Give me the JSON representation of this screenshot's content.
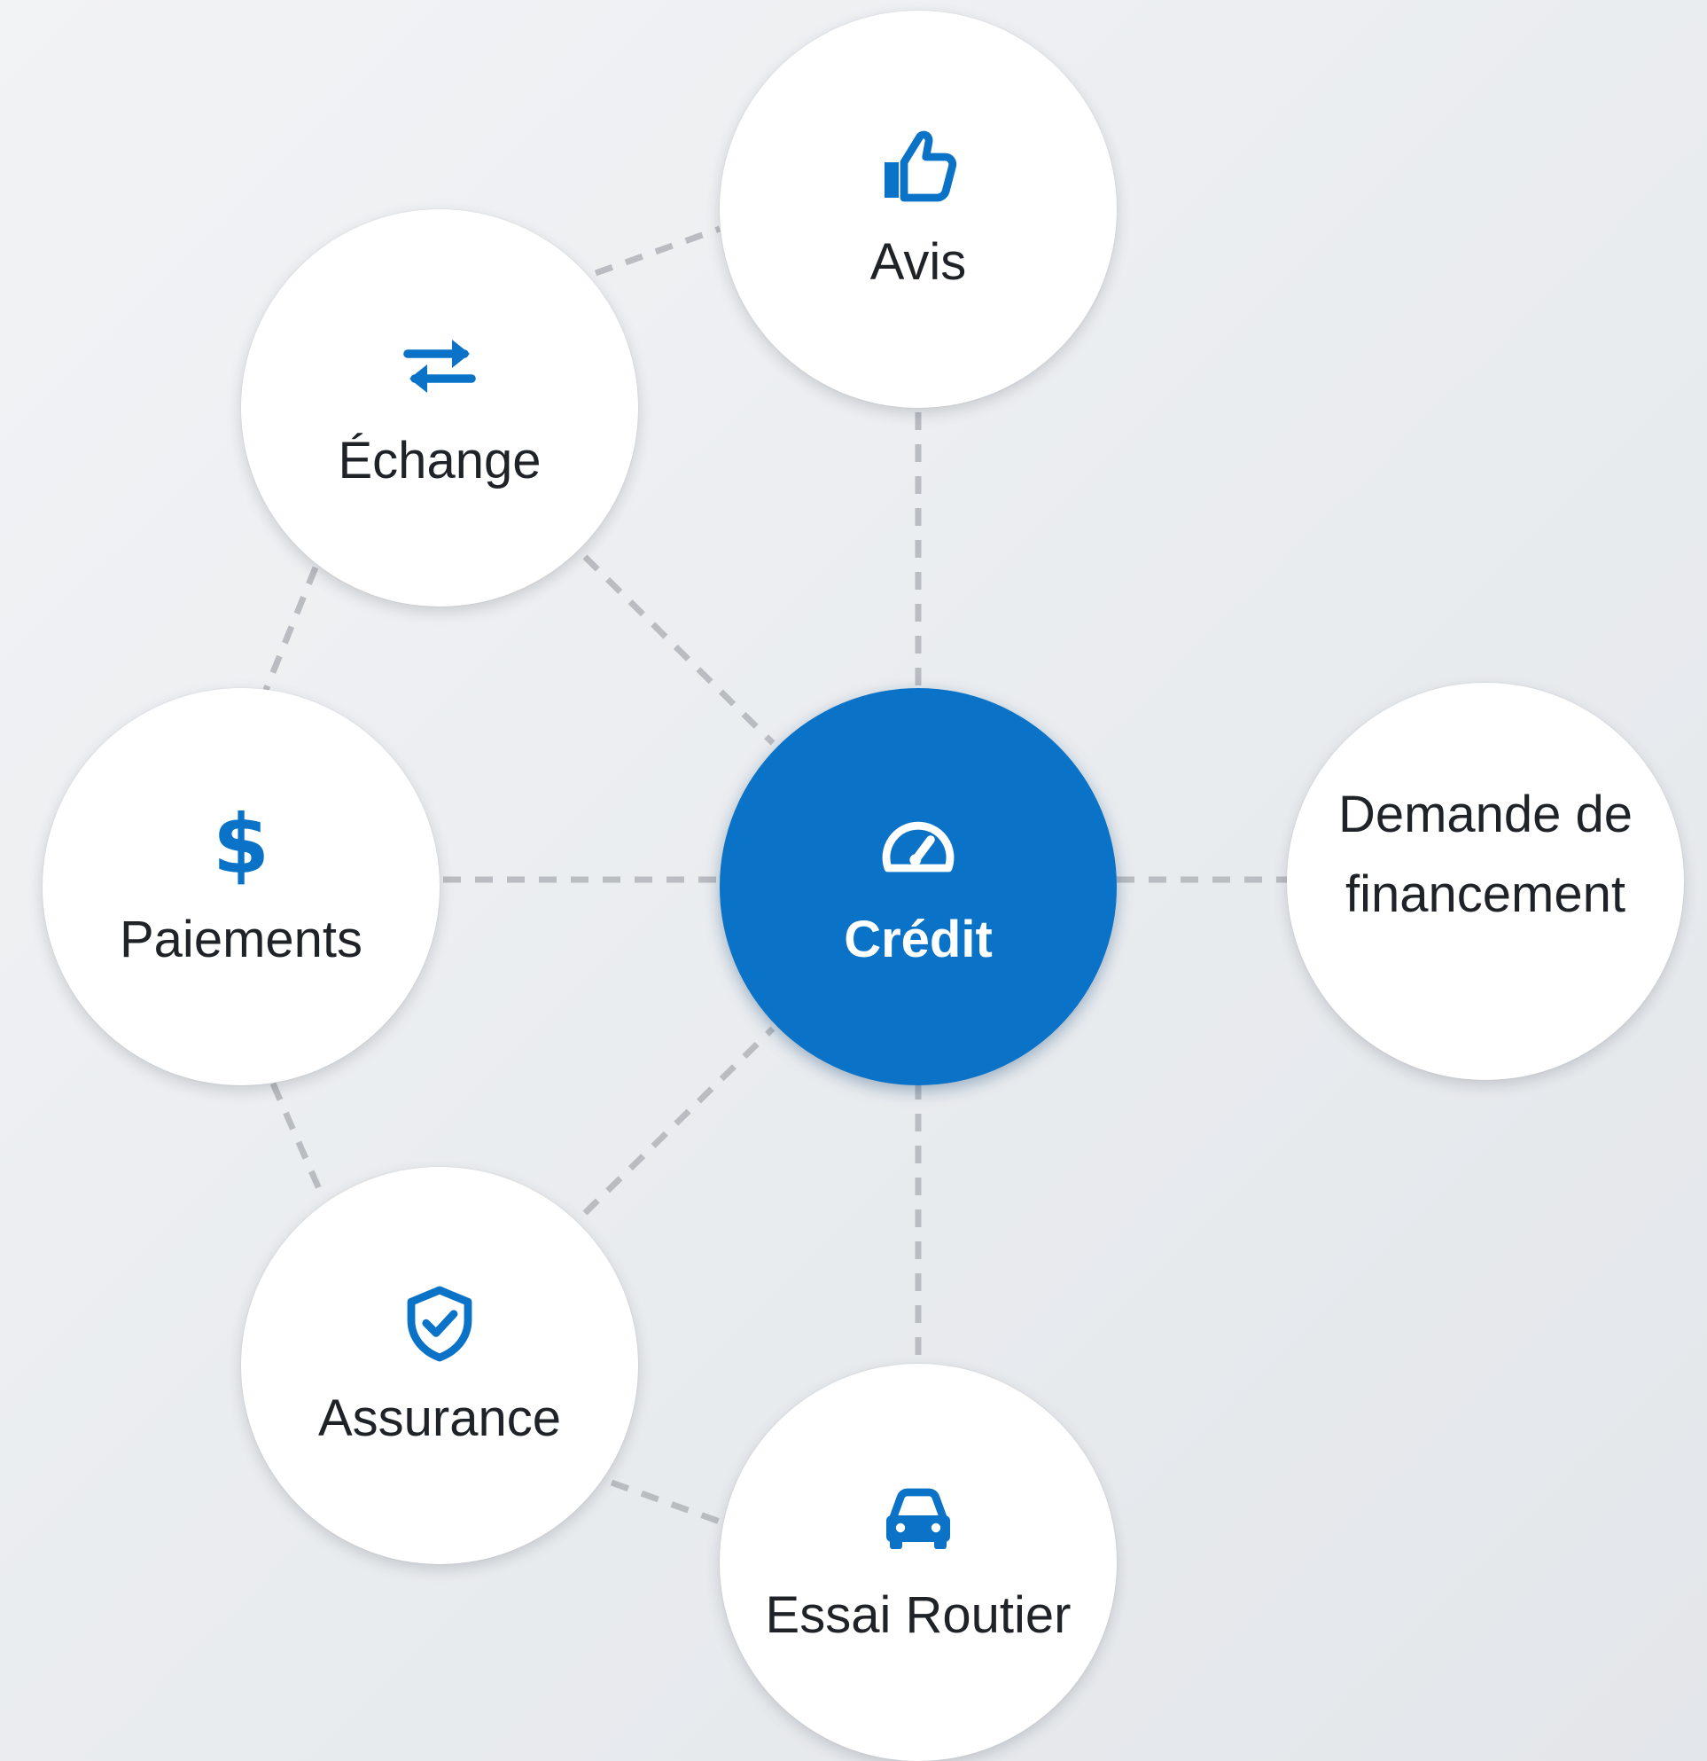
{
  "diagram": {
    "colors": {
      "accent": "#0a73c8",
      "node_background": "#ffffff",
      "connector": "#b9bcc1",
      "text": "#1f2328"
    },
    "nodes": {
      "center": {
        "label": "Crédit",
        "icon": "gauge-icon"
      },
      "avis": {
        "label": "Avis",
        "icon": "thumbs-up-icon"
      },
      "echange": {
        "label": "Échange",
        "icon": "swap-arrows-icon"
      },
      "paiements": {
        "label": "Paiements",
        "icon": "dollar-icon",
        "symbol": "$"
      },
      "assurance": {
        "label": "Assurance",
        "icon": "shield-check-icon"
      },
      "essai": {
        "label": "Essai Routier",
        "icon": "car-icon"
      },
      "financement": {
        "line1": "Demande de",
        "line2": "financement"
      }
    }
  }
}
